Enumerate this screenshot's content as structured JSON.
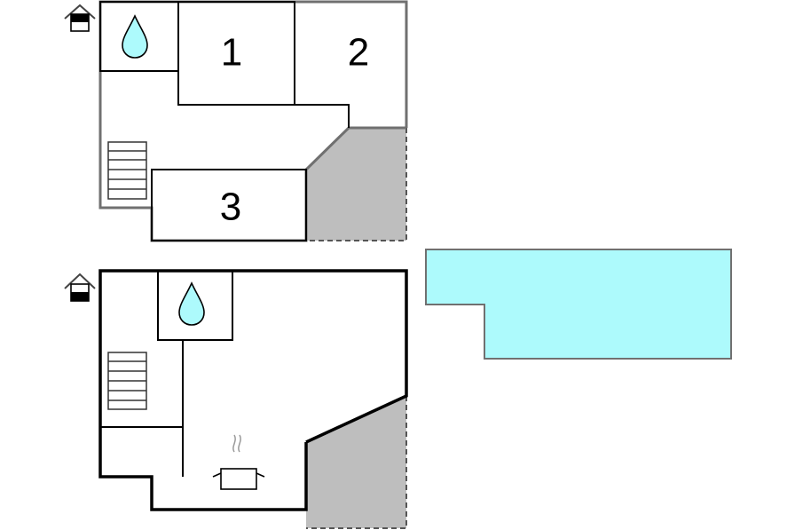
{
  "upper_floor": {
    "rooms": [
      {
        "id": "bedroom-1",
        "label": "1"
      },
      {
        "id": "bedroom-2",
        "label": "2"
      },
      {
        "id": "bedroom-3",
        "label": "3"
      }
    ],
    "icons": [
      "floor-level-upper-icon",
      "bathroom-water-drop-icon",
      "staircase-icon"
    ]
  },
  "ground_floor": {
    "icons": [
      "floor-level-ground-icon",
      "bathroom-water-drop-icon",
      "staircase-icon",
      "kitchen-pot-icon"
    ]
  },
  "pool": {
    "icon": "swimming-pool-shape",
    "color": "#adfafc"
  },
  "colors": {
    "upper_wall": "#707070",
    "ground_wall": "#000000",
    "terrace_fill": "#bebebe",
    "pool_fill": "#adfafc",
    "pool_border": "#707070"
  }
}
